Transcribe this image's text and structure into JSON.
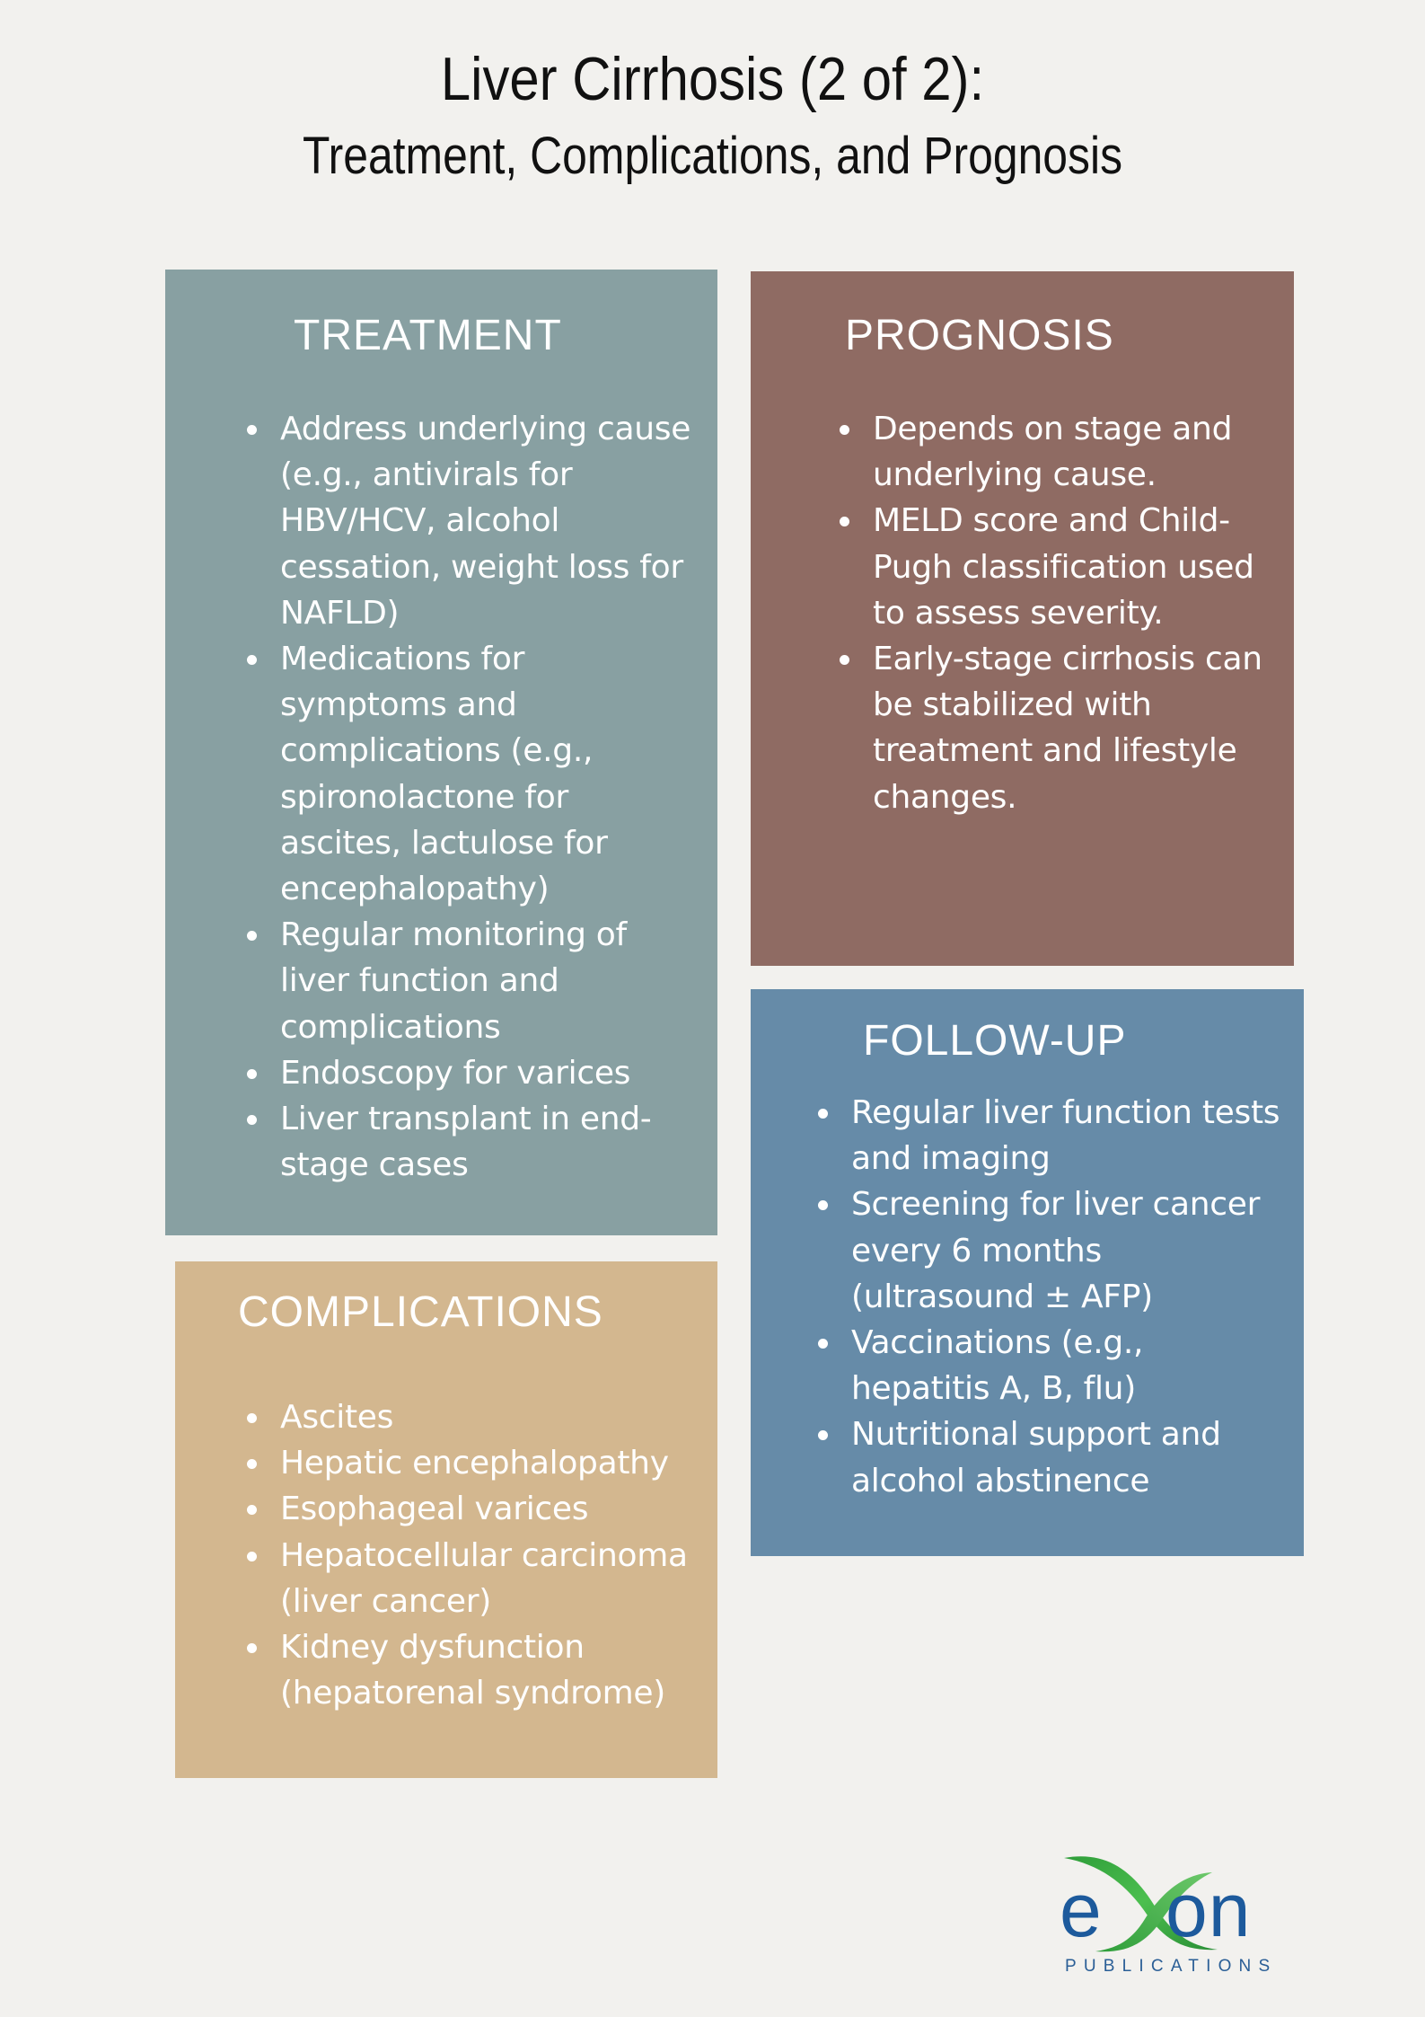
{
  "header": {
    "title": "Liver Cirrhosis (2 of 2):",
    "subtitle": "Treatment, Complications, and Prognosis"
  },
  "colors": {
    "background": "#f2f1ee",
    "treatment": "#88a0a2",
    "prognosis": "#8f6b63",
    "followup": "#668ba8",
    "complications": "#d3b78f",
    "text_on_card": "#ffffff",
    "logo_blue": "#1d5a9c",
    "logo_green": "#3fae4a"
  },
  "sections": {
    "treatment": {
      "heading": "TREATMENT",
      "items": [
        "Address underlying cause (e.g., antivirals for HBV/HCV, alcohol cessation, weight loss for NAFLD)",
        "Medications for symptoms and complications (e.g., spironolactone for ascites, lactulose for encephalopathy)",
        "Regular monitoring of liver function and complications",
        "Endoscopy for varices",
        "Liver transplant in end-stage cases"
      ]
    },
    "prognosis": {
      "heading": "PROGNOSIS",
      "items": [
        "Depends on stage and underlying cause.",
        "MELD score and Child-Pugh classification used to assess severity.",
        "Early-stage cirrhosis can be stabilized with treatment and lifestyle changes."
      ]
    },
    "followup": {
      "heading": "FOLLOW-UP",
      "items": [
        "Regular liver function tests and imaging",
        "Screening for liver cancer every 6 months (ultrasound ± AFP)",
        "Vaccinations (e.g., hepatitis A, B, flu)",
        "Nutritional support and alcohol abstinence"
      ]
    },
    "complications": {
      "heading": "COMPLICATIONS",
      "items": [
        "Ascites",
        "Hepatic encephalopathy",
        "Esophageal varices",
        "Hepatocellular carcinoma (liver cancer)",
        "Kidney dysfunction (hepatorenal syndrome)"
      ]
    }
  },
  "logo": {
    "wordmark": "eXon",
    "tagline": "PUBLICATIONS"
  }
}
